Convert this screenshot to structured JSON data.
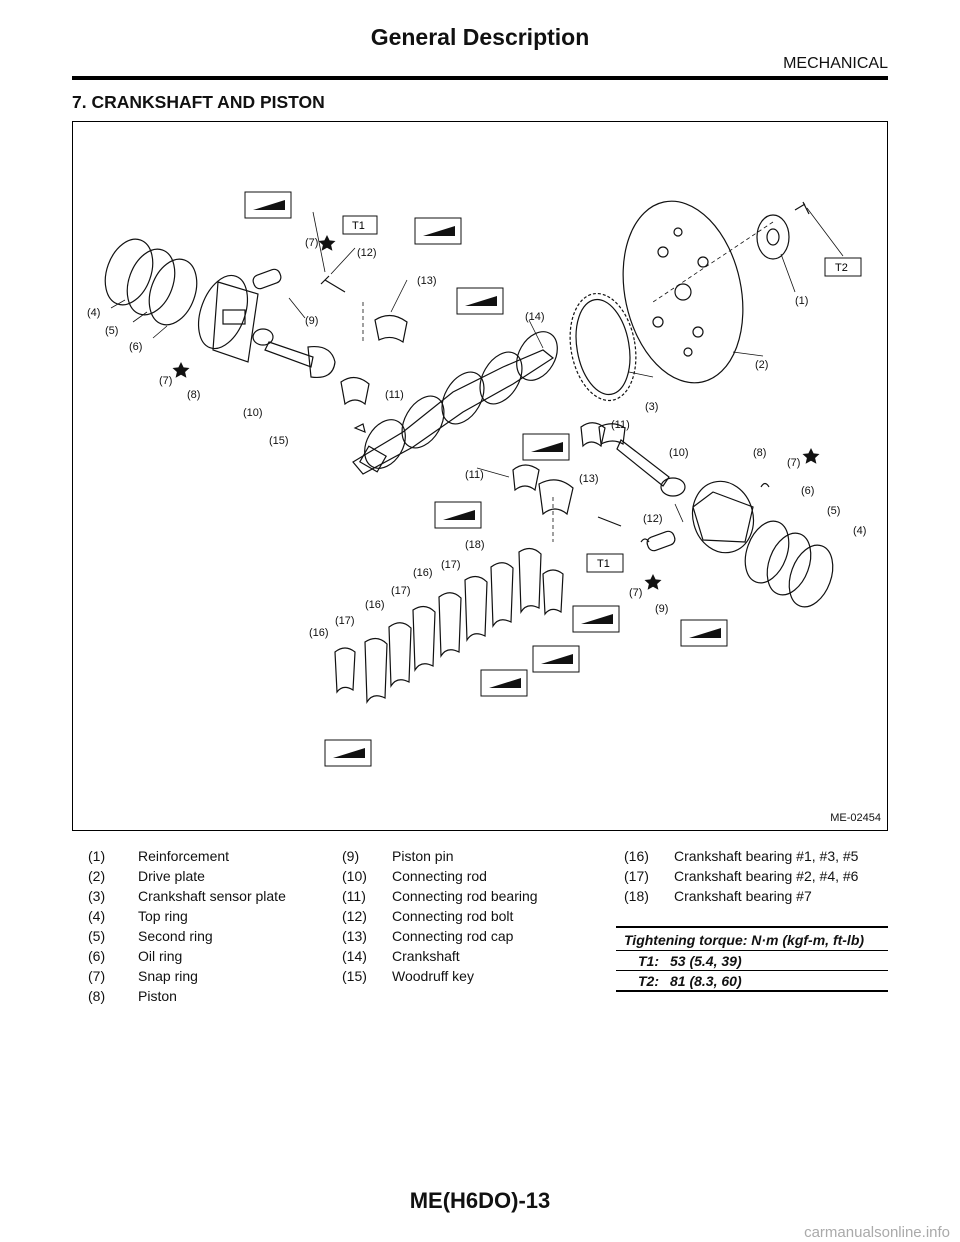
{
  "header": {
    "title": "General Description",
    "section": "MECHANICAL"
  },
  "section_heading": "7. CRANKSHAFT AND PISTON",
  "figure": {
    "id": "ME-02454",
    "labels": {
      "n1": "(1)",
      "n2": "(2)",
      "n3": "(3)",
      "n4": "(4)",
      "n5": "(5)",
      "n6": "(6)",
      "n7": "(7)",
      "n8": "(8)",
      "n9": "(9)",
      "n10": "(10)",
      "n11": "(11)",
      "n12": "(12)",
      "n13": "(13)",
      "n14": "(14)",
      "n15": "(15)",
      "n16": "(16)",
      "n17": "(17)",
      "n18": "(18)"
    },
    "torque_tags": {
      "t1": "T1",
      "t2": "T2"
    }
  },
  "legend": {
    "col1": [
      {
        "num": "(1)",
        "text": "Reinforcement"
      },
      {
        "num": "(2)",
        "text": "Drive plate"
      },
      {
        "num": "(3)",
        "text": "Crankshaft sensor plate"
      },
      {
        "num": "(4)",
        "text": "Top ring"
      },
      {
        "num": "(5)",
        "text": "Second ring"
      },
      {
        "num": "(6)",
        "text": "Oil ring"
      },
      {
        "num": "(7)",
        "text": "Snap ring"
      },
      {
        "num": "(8)",
        "text": "Piston"
      }
    ],
    "col2": [
      {
        "num": "(9)",
        "text": "Piston pin"
      },
      {
        "num": "(10)",
        "text": "Connecting rod"
      },
      {
        "num": "(11)",
        "text": "Connecting rod bearing"
      },
      {
        "num": "(12)",
        "text": "Connecting rod bolt"
      },
      {
        "num": "(13)",
        "text": "Connecting rod cap"
      },
      {
        "num": "(14)",
        "text": "Crankshaft"
      },
      {
        "num": "(15)",
        "text": "Woodruff key"
      }
    ],
    "col3": [
      {
        "num": "(16)",
        "text": "Crankshaft bearing #1, #3, #5"
      },
      {
        "num": "(17)",
        "text": "Crankshaft bearing #2, #4, #6"
      },
      {
        "num": "(18)",
        "text": "Crankshaft bearing #7"
      }
    ]
  },
  "torque": {
    "heading": "Tightening torque: N·m (kgf-m, ft-lb)",
    "rows": [
      {
        "key": "T1:",
        "value": "53 (5.4, 39)"
      },
      {
        "key": "T2:",
        "value": "81 (8.3, 60)"
      }
    ]
  },
  "footer": {
    "page": "ME(H6DO)-13",
    "watermark": "carmanualsonline.info"
  }
}
